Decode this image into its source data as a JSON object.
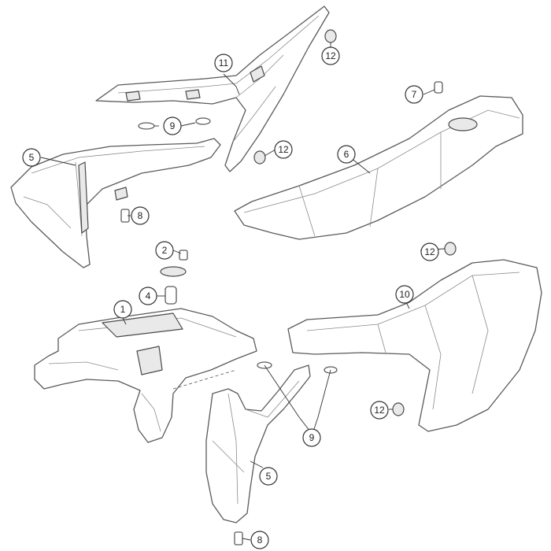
{
  "callouts": {
    "c1": "1",
    "c2": "2",
    "c4": "4",
    "c5a": "5",
    "c5b": "5",
    "c6": "6",
    "c7": "7",
    "c8a": "8",
    "c8b": "8",
    "c9a": "9",
    "c9b": "9",
    "c10": "10",
    "c11": "11",
    "c12a": "12",
    "c12b": "12",
    "c12c": "12",
    "c12d": "12"
  }
}
